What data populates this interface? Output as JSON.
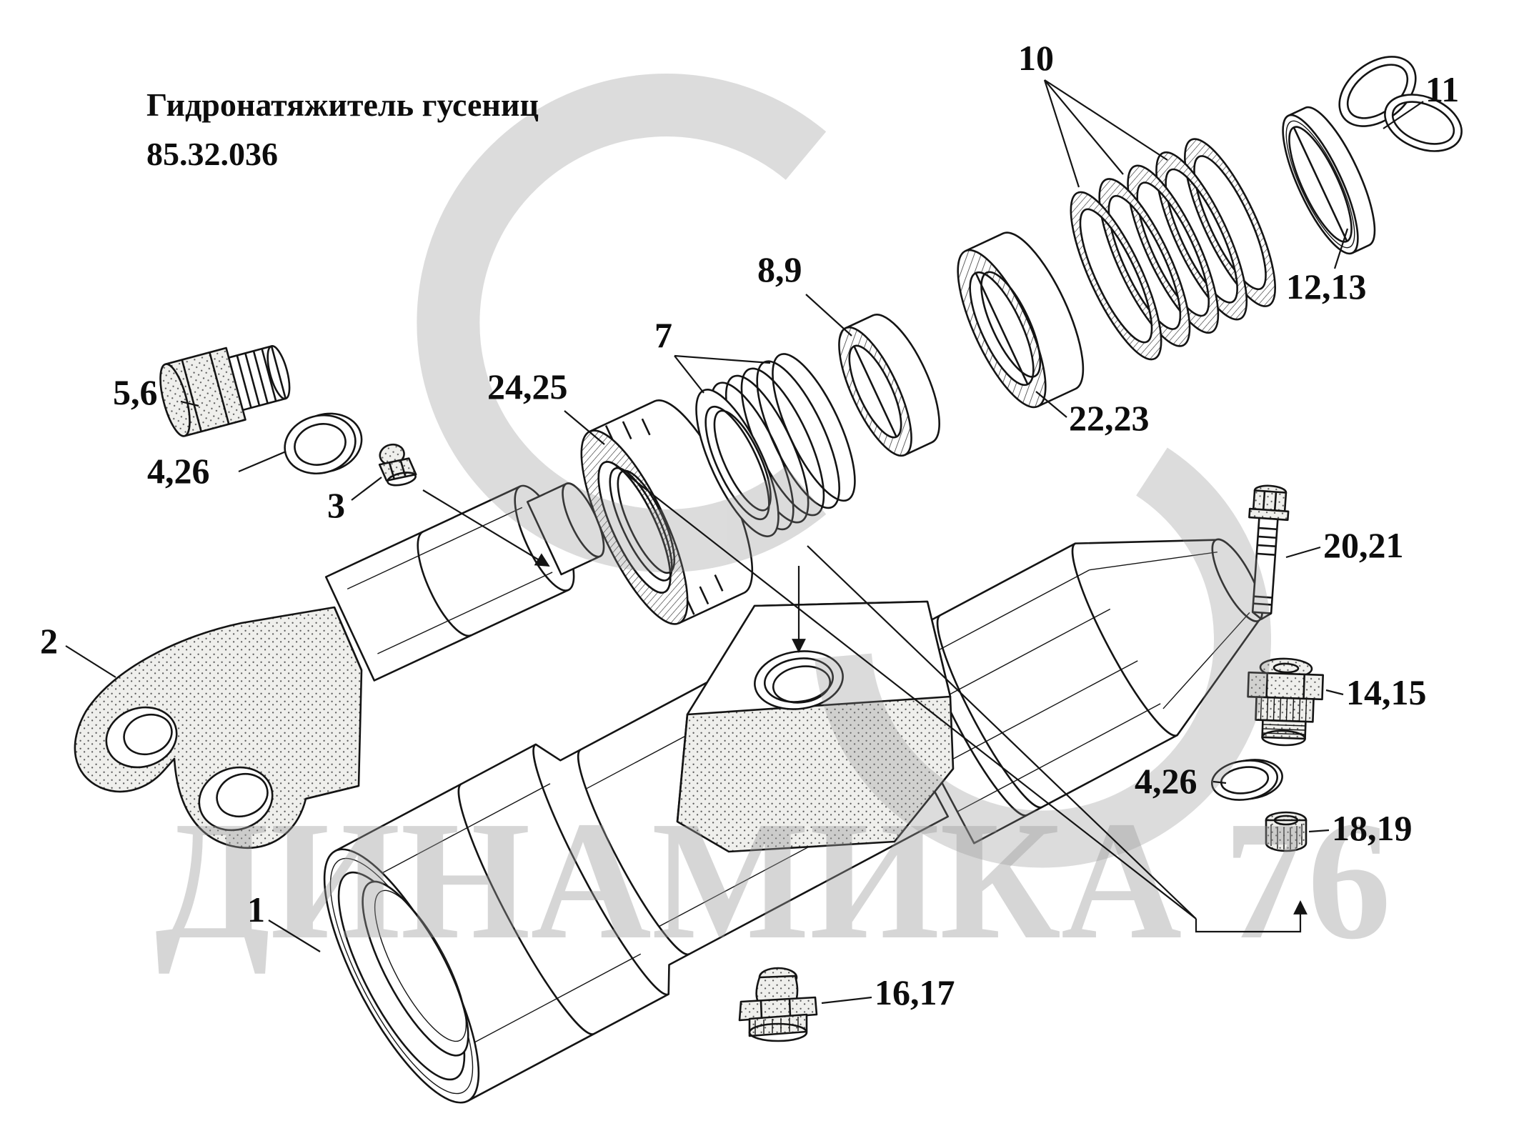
{
  "page": {
    "title_line1": "Гидронатяжитель гусениц",
    "title_line2": "85.32.036",
    "watermark_text": "ДИНАМИКА 76"
  },
  "callouts": [
    {
      "label": "10"
    },
    {
      "label": "11"
    },
    {
      "label": "12,13"
    },
    {
      "label": "8,9"
    },
    {
      "label": "7"
    },
    {
      "label": "24,25"
    },
    {
      "label": "5,6"
    },
    {
      "label": "4,26"
    },
    {
      "label": "3"
    },
    {
      "label": "2"
    },
    {
      "label": "22,23"
    },
    {
      "label": "20,21"
    },
    {
      "label": "14,15"
    },
    {
      "label": "4,26"
    },
    {
      "label": "18,19"
    },
    {
      "label": "1"
    },
    {
      "label": "16,17"
    }
  ]
}
